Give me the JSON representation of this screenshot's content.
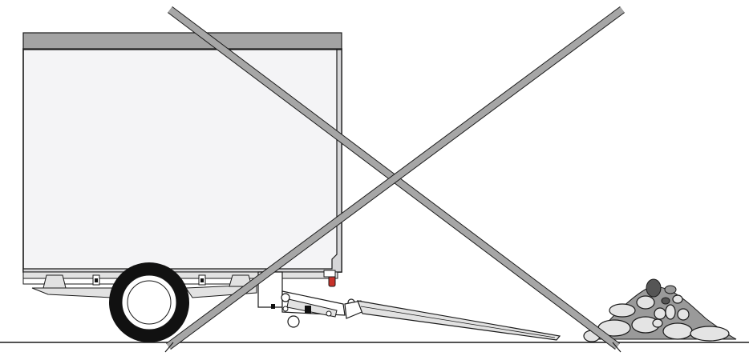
{
  "figure": {
    "kind": "prohibition-illustration",
    "elements": [
      "truck-body",
      "trailer-wheel",
      "tail-lift-mechanism",
      "lift-platform",
      "rubble-pile",
      "prohibition-cross",
      "ground-line"
    ]
  },
  "colors": {
    "background": "#ffffff",
    "outline": "#1a1a1a",
    "body_fill": "#f4f4f6",
    "roof": "#a3a3a3",
    "chassis": "#e2e2e2",
    "cross": "#a6a6a6",
    "tire": "#111111",
    "rim": "#ffffff",
    "tail_light": "#c8322a",
    "stone_light": "#e4e4e4",
    "stone_mid": "#9a9a9a",
    "stone_dark": "#555555"
  }
}
